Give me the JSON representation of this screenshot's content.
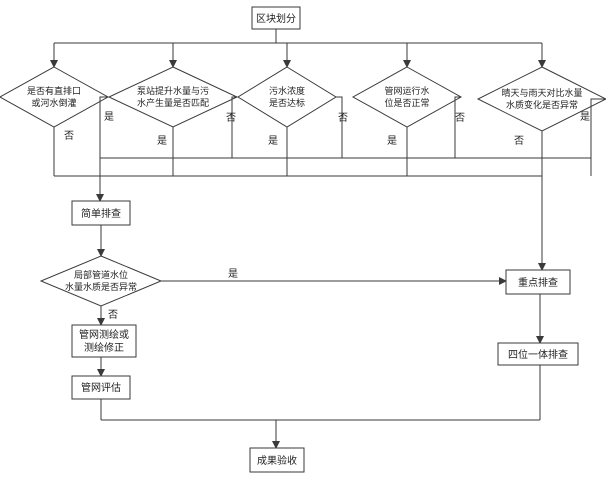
{
  "nodes": {
    "block_division": "区块划分",
    "decision1_line1": "是否有直排口",
    "decision1_line2": "或河水倒灌",
    "decision2_line1": "泵站提升水量与污",
    "decision2_line2": "水产生量是否匹配",
    "decision3_line1": "污水浓度",
    "decision3_line2": "是否达标",
    "decision4_line1": "管网运行水",
    "decision4_line2": "位是否正常",
    "decision5_line1": "晴天与雨天对比水量",
    "decision5_line2": "水质变化是否异常",
    "simple_check": "简单排查",
    "decision6_line1": "局部管道水位",
    "decision6_line2": "水量水质是否异常",
    "survey_line1": "管网测绘或",
    "survey_line2": "测绘修正",
    "network_eval": "管网评估",
    "key_check": "重点排查",
    "four_in_one": "四位一体排查",
    "acceptance": "成果验收"
  },
  "labels": {
    "yes": "是",
    "no": "否"
  }
}
